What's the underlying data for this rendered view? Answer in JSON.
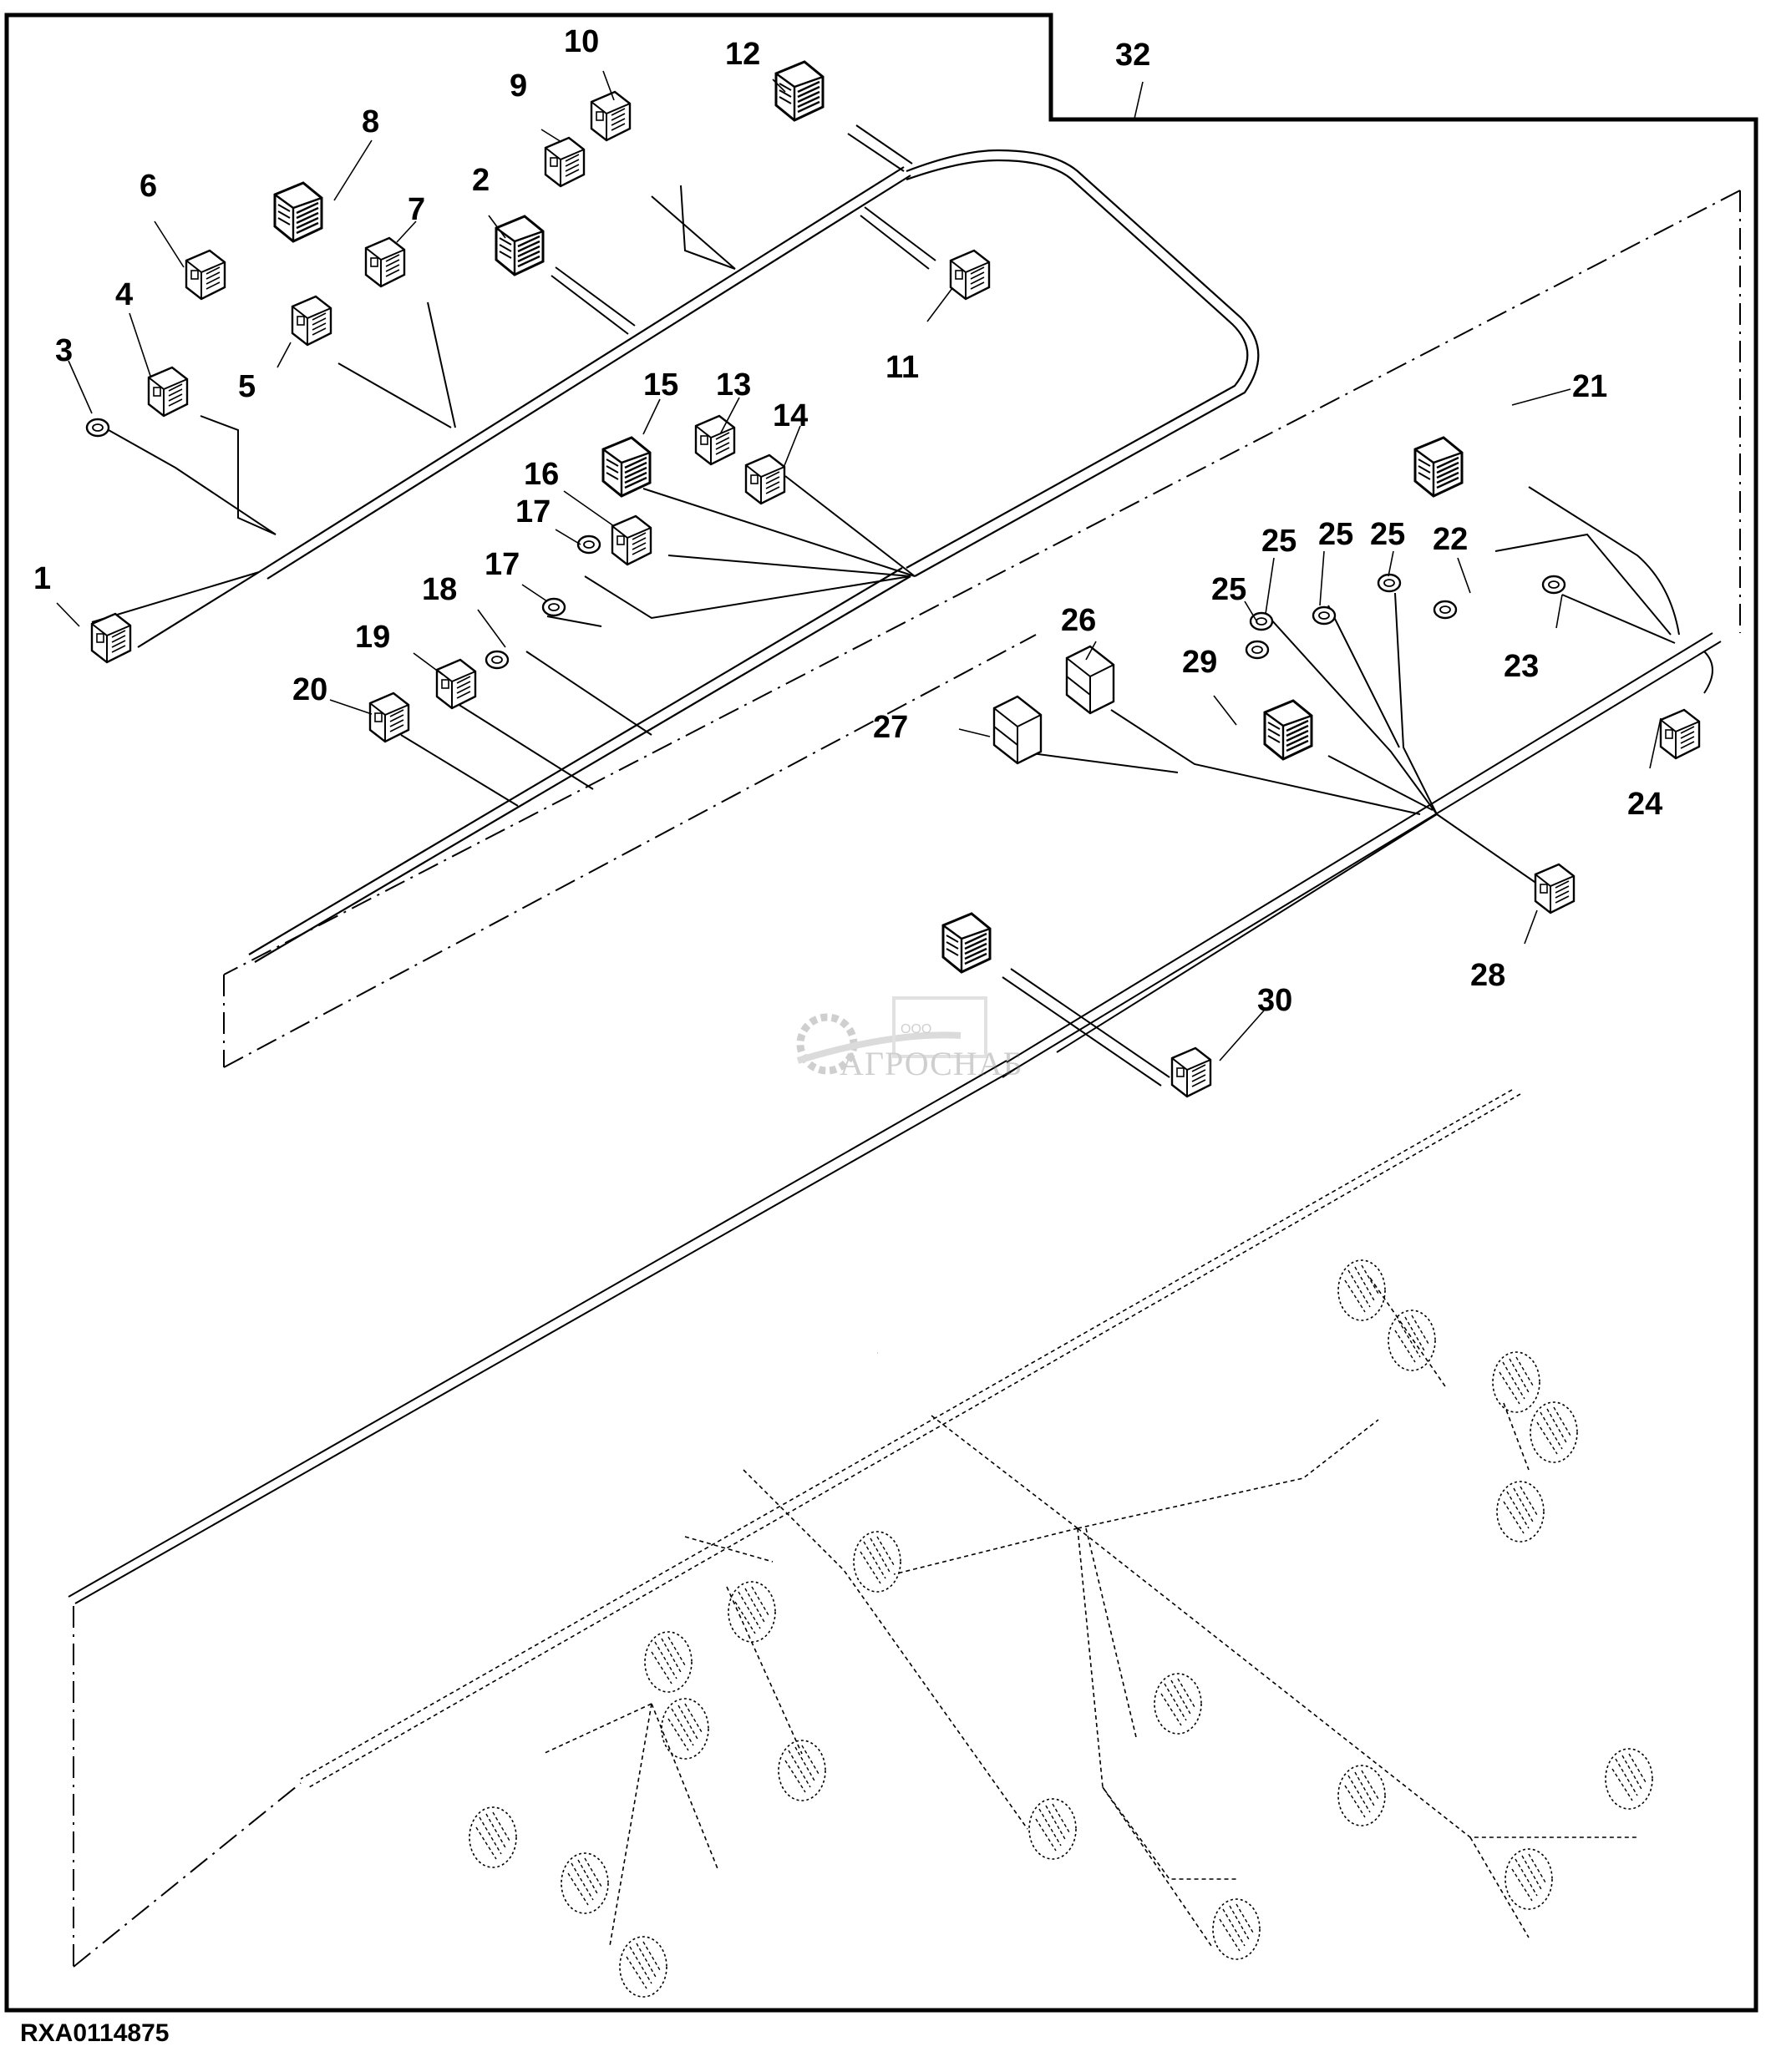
{
  "figure": {
    "id": "RXA0114875",
    "type": "exploded parts diagram - wiring harness"
  },
  "watermark": {
    "prefix": "ООО",
    "name": "АГРОСНАБ"
  },
  "callouts": [
    {
      "label": "1",
      "part": "connector (end of main trunk, left)"
    },
    {
      "label": "2",
      "part": "connector"
    },
    {
      "label": "3",
      "part": "ring terminal"
    },
    {
      "label": "4",
      "part": "connector"
    },
    {
      "label": "5",
      "part": "connector"
    },
    {
      "label": "6",
      "part": "connector (loose)"
    },
    {
      "label": "7",
      "part": "connector"
    },
    {
      "label": "8",
      "part": "connector (loose)"
    },
    {
      "label": "9",
      "part": "connector"
    },
    {
      "label": "10",
      "part": "connector"
    },
    {
      "label": "11",
      "part": "connector"
    },
    {
      "label": "12",
      "part": "multi-pin connector"
    },
    {
      "label": "13",
      "part": "connector (loose)"
    },
    {
      "label": "14",
      "part": "connector"
    },
    {
      "label": "15",
      "part": "connector"
    },
    {
      "label": "16",
      "part": "inline connector"
    },
    {
      "label": "17",
      "part": "ring terminal"
    },
    {
      "label": "17",
      "part": "ring terminal"
    },
    {
      "label": "18",
      "part": "fork terminal"
    },
    {
      "label": "19",
      "part": "connector"
    },
    {
      "label": "20",
      "part": "connector"
    },
    {
      "label": "21",
      "part": "multi-pin block connector"
    },
    {
      "label": "22",
      "part": "ring terminal"
    },
    {
      "label": "23",
      "part": "ring terminal"
    },
    {
      "label": "24",
      "part": "connector"
    },
    {
      "label": "25",
      "part": "ring terminal"
    },
    {
      "label": "25",
      "part": "ring terminal"
    },
    {
      "label": "25",
      "part": "ring terminal"
    },
    {
      "label": "25",
      "part": "ring terminal"
    },
    {
      "label": "26",
      "part": "relay socket"
    },
    {
      "label": "27",
      "part": "relay socket"
    },
    {
      "label": "28",
      "part": "connector"
    },
    {
      "label": "29",
      "part": "connector"
    },
    {
      "label": "30",
      "part": "connector"
    },
    {
      "label": "32",
      "part": "wiring harness assembly (frame)"
    }
  ]
}
